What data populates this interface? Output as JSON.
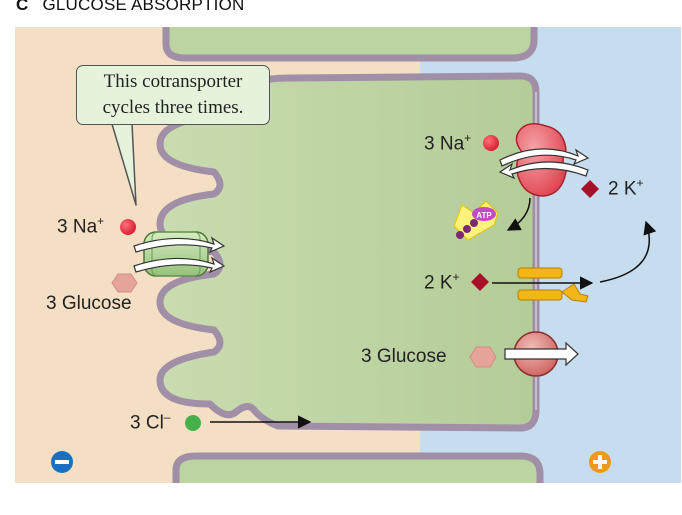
{
  "header": {
    "letter": "C",
    "title": "GLUCOSE ABSORPTION"
  },
  "callout": {
    "line1": "This cotransporter",
    "line2": "cycles three times."
  },
  "left": {
    "na_label": "3 Na",
    "na_charge": "+",
    "glucose_label": "3 Glucose",
    "cl_label": "3 Cl",
    "cl_charge": "–"
  },
  "right": {
    "na_label": "3 Na",
    "na_charge": "+",
    "k_out_label": "2 K",
    "k_out_charge": "+",
    "atp_label": "ATP",
    "k_in_label": "2 K",
    "k_in_charge": "+",
    "glucose_label": "3 Glucose"
  },
  "polarity": {
    "left_sign": "minus",
    "right_sign": "plus"
  },
  "colors": {
    "lumen": "#f5dfc4",
    "cell": "#bcd3a2",
    "blood": "#c6dcef",
    "membrane": "#a08fa6",
    "sodium": "#e8283c",
    "potassium": "#a8102a",
    "glucose": "#e4a49a",
    "chloride": "#46b04a",
    "minus_sign": "#1a70c0",
    "plus_sign": "#ef9a1e"
  }
}
